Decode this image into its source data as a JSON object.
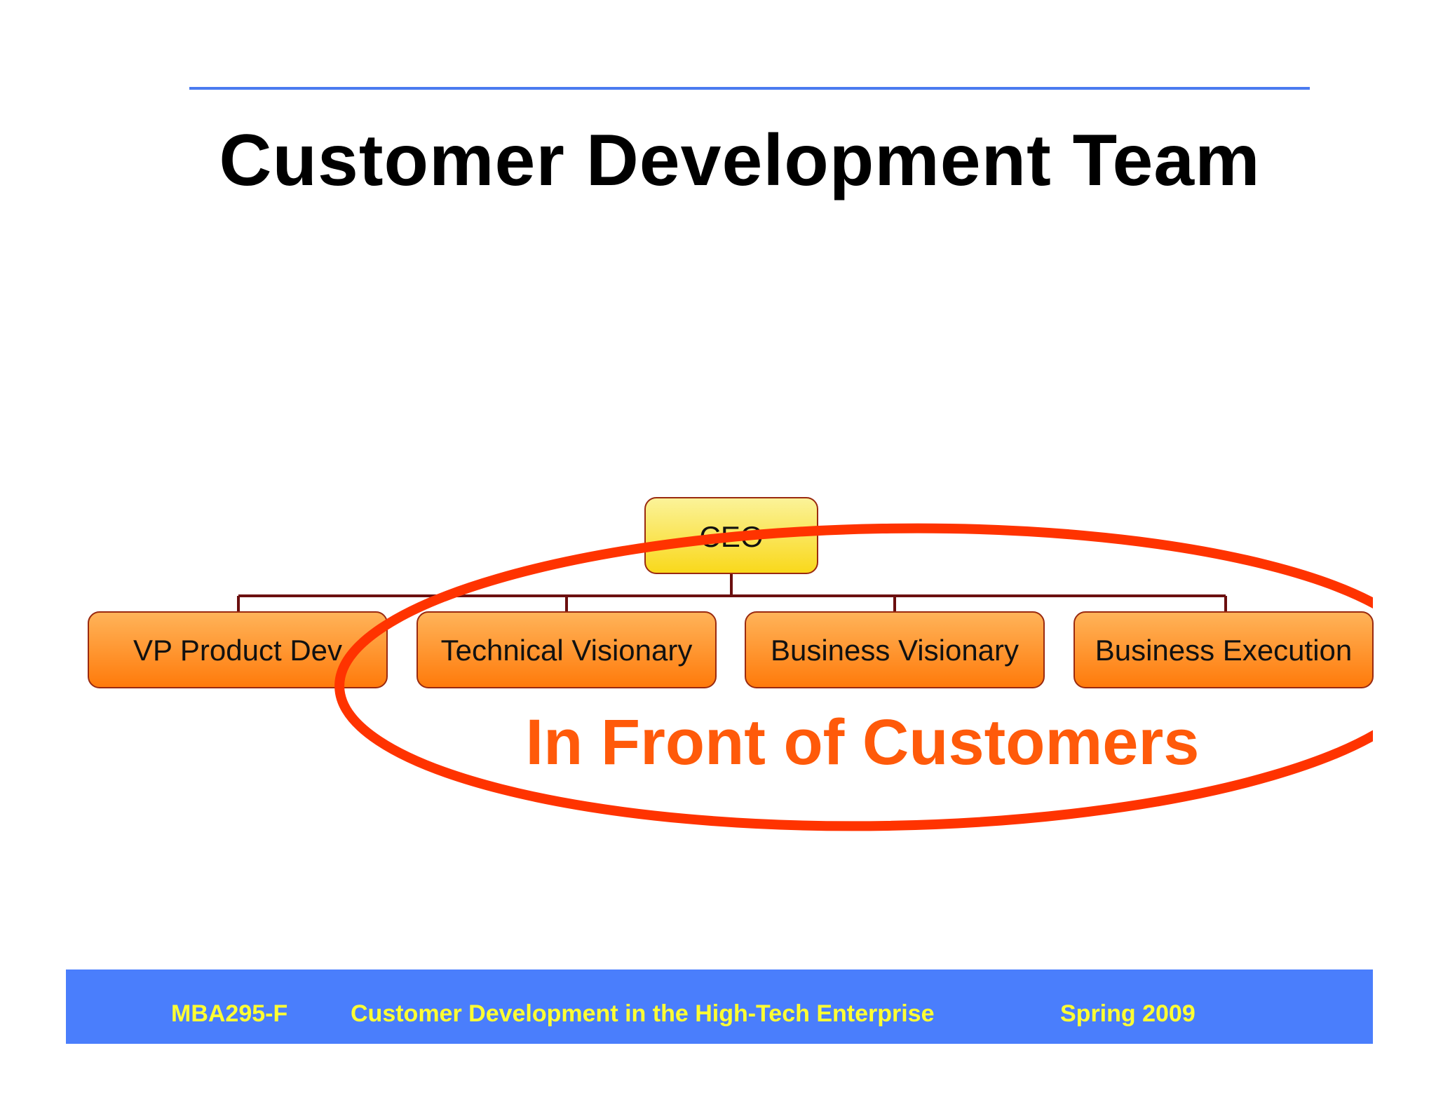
{
  "slide": {
    "title": "Customer Development Team",
    "ceo_label": "CEO",
    "children": [
      {
        "label": "VP Product Dev"
      },
      {
        "label": "Technical Visionary"
      },
      {
        "label": "Business Visionary"
      },
      {
        "label": "Business Execution"
      }
    ],
    "callout": "In Front of Customers"
  },
  "footer": {
    "course": "MBA295-F",
    "course_title": "Customer Development in the High-Tech Enterprise",
    "term": "Spring 2009"
  },
  "colors": {
    "accent_blue": "#4a7efc",
    "footer_text": "#ffff33",
    "callout_red": "#ff3300",
    "callout_text": "#ff5a0a",
    "node_orange": "#ff8a1a",
    "node_yellow": "#fbe64a",
    "connector": "#6b0f0f"
  }
}
